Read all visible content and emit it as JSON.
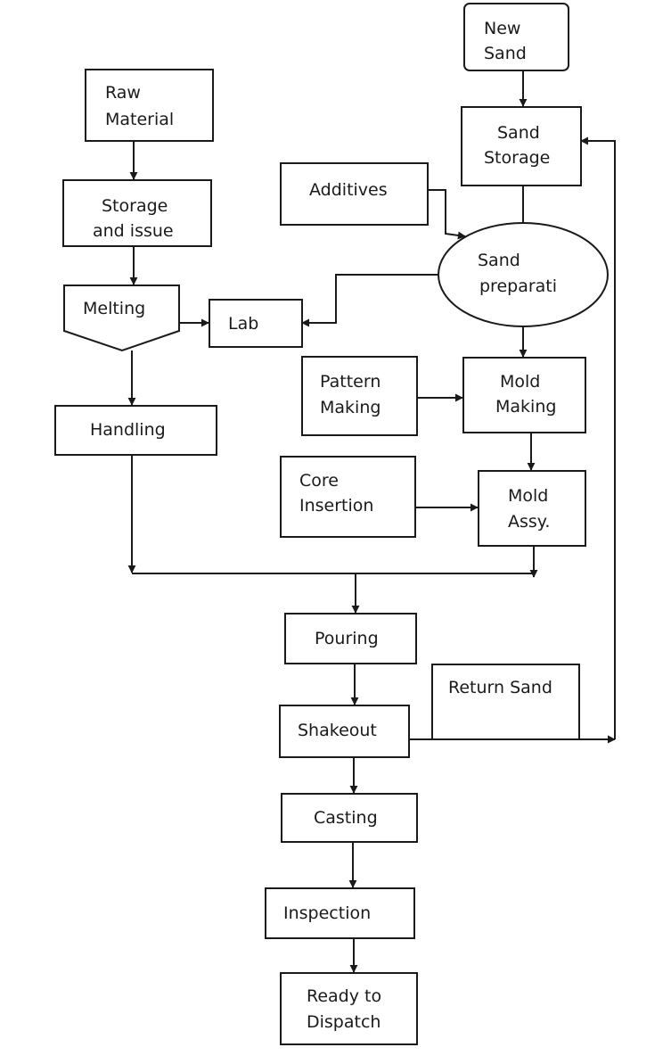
{
  "nodes": {
    "new_sand": [
      "New",
      "Sand"
    ],
    "raw_material": [
      "Raw",
      "Material"
    ],
    "sand_storage": [
      "Sand",
      "Storage"
    ],
    "additives": [
      "Additives"
    ],
    "storage_issue": [
      "Storage",
      "and issue"
    ],
    "sand_prep": [
      "Sand",
      "preparati"
    ],
    "melting": [
      "Melting"
    ],
    "lab": [
      "Lab"
    ],
    "pattern_making": [
      "Pattern",
      "Making"
    ],
    "mold_making": [
      "Mold",
      "Making"
    ],
    "handling": [
      "Handling"
    ],
    "core_insertion": [
      "Core",
      "Insertion"
    ],
    "mold_assy": [
      "Mold",
      "Assy."
    ],
    "pouring": [
      "Pouring"
    ],
    "return_sand": [
      "Return Sand"
    ],
    "shakeout": [
      "Shakeout"
    ],
    "casting": [
      "Casting"
    ],
    "inspection": [
      "Inspection"
    ],
    "ready_dispatch": [
      "Ready to",
      "Dispatch"
    ]
  }
}
